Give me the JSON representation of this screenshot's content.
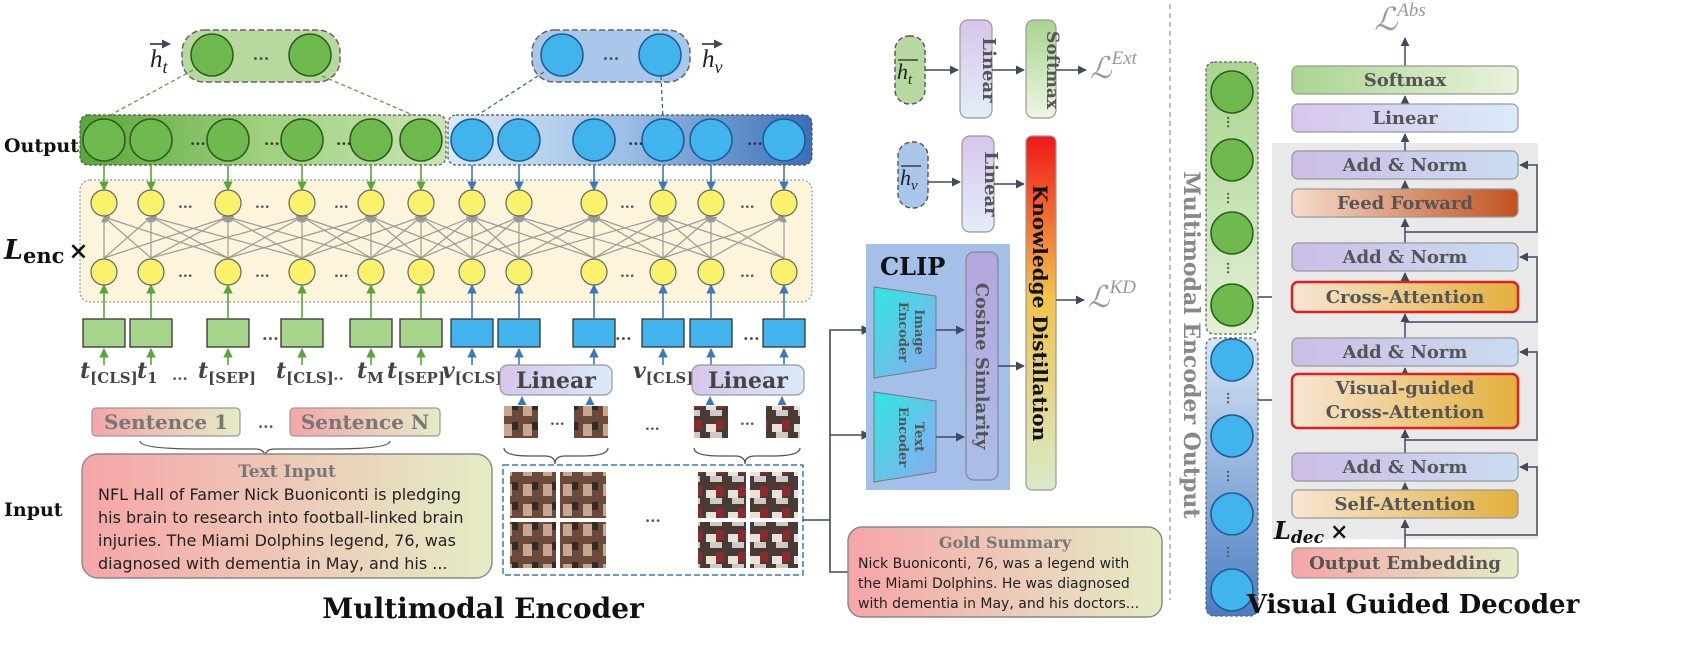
{
  "labels": {
    "h_t": "h",
    "h_t_sub": "t",
    "h_v": "h",
    "h_v_sub": "v",
    "ellipsis": "...",
    "output": "Output",
    "l_enc": "L",
    "l_enc_sub": "enc",
    "times": "×",
    "input": "Input",
    "t_cls": "t",
    "t_cls_sub": "[CLS]",
    "t_1": "t",
    "t_1_sub": "1",
    "t_sep": "t",
    "t_sep_sub": "[SEP]",
    "t_cls2": "t",
    "t_cls2_sub": "[CLS]",
    "t_m": "t",
    "t_m_sub": "M",
    "t_sep2": "t",
    "t_sep2_sub": "[SEP]",
    "v_cls": "v",
    "v_cls_sub": "[CLS]",
    "v_cls2": "v",
    "v_cls2_sub": "[CLS]",
    "linear": "Linear",
    "sentence_1": "Sentence 1",
    "sentence_n": "Sentence N",
    "text_input_title": "Text Input",
    "text_input_lines": [
      "NFL Hall of Famer Nick Buoniconti is pledging",
      "his brain to research into football-linked brain",
      "injuries. The Miami Dolphins legend, 76, was",
      "diagnosed with dementia in May, and his ..."
    ],
    "multimodal_encoder": "Multimodal Encoder",
    "linear_v": "Linear",
    "softmax_v": "Softmax",
    "l_ext": "ℒ",
    "l_ext_sup": "Ext",
    "clip": "CLIP",
    "image_encoder_1": "Image",
    "image_encoder_2": "Encoder",
    "text_encoder_1": "Text",
    "text_encoder_2": "Encoder",
    "cosine_similarity": "Cosine Simlarity",
    "knowledge_distillation": "Knowledge Distillation",
    "l_kd": "ℒ",
    "l_kd_sup": "KD",
    "gold_summary_title": "Gold Summary",
    "gold_summary_lines": [
      "Nick Buoniconti, 76, was a legend with",
      "the Miami Dolphins. He was diagnosed",
      "with dementia in May, and his doctors..."
    ],
    "mm_encoder_output": "Multimodal Encoder Output",
    "l_abs": "ℒ",
    "l_abs_sup": "Abs",
    "softmax": "Softmax",
    "linear_dec": "Linear",
    "add_norm": "Add & Norm",
    "feed_forward": "Feed Forward",
    "cross_attention": "Cross-Attention",
    "visual_guided_1": "Visual-guided",
    "visual_guided_2": "Cross-Attention",
    "self_attention": "Self-Attention",
    "output_embedding": "Output Embedding",
    "l_dec": "L",
    "l_dec_sub": "dec",
    "visual_guided_decoder": "Visual Guided Decoder"
  },
  "colors": {
    "green": "#7cc05a",
    "blue": "#41b4ee",
    "yellow": "#f9f26a",
    "gray_text": "#8a8a8a",
    "red": "#e02020"
  }
}
